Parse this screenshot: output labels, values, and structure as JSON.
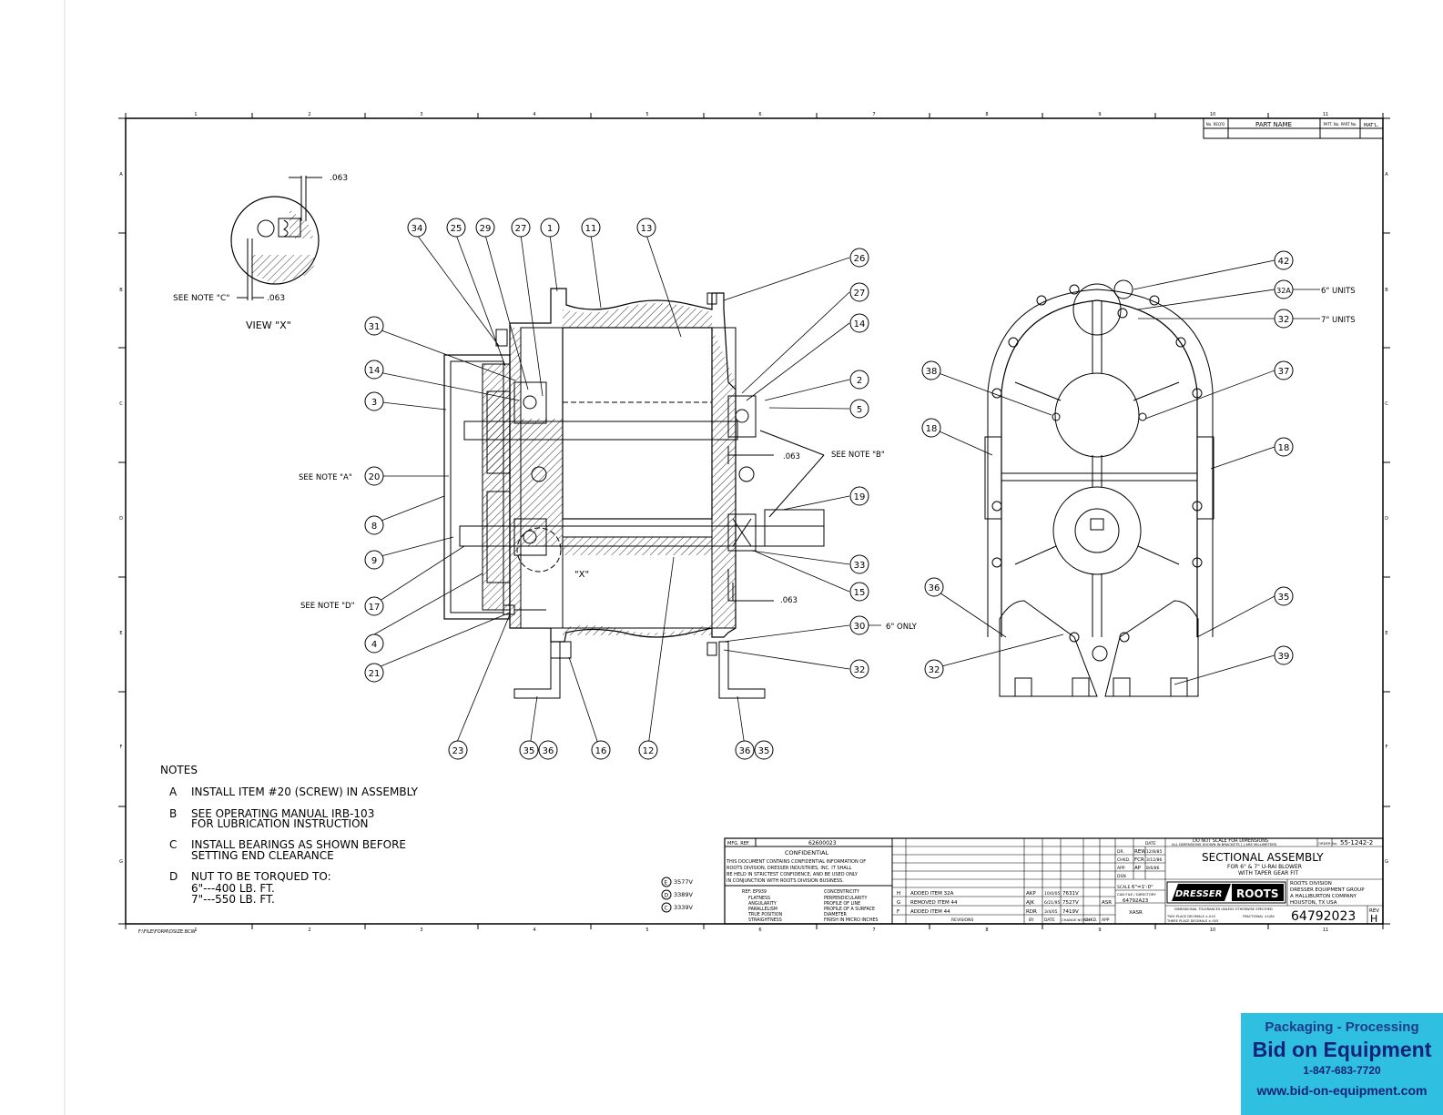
{
  "border": {
    "col_numbers": [
      "1",
      "2",
      "3",
      "4",
      "5",
      "6",
      "7",
      "8",
      "9",
      "10",
      "11"
    ],
    "row_letters": [
      "A",
      "B",
      "C",
      "D",
      "E",
      "F",
      "G"
    ]
  },
  "parts_list_header": {
    "no_reqd": "No. REQ'D",
    "part_name": "PART NAME",
    "patt_no": "PATT. No. PART No.",
    "matl": "MAT'L."
  },
  "view_x": {
    "title": "VIEW \"X\"",
    "dim_top": ".063",
    "dim_bottom": ".063",
    "note_ref": "SEE NOTE \"C\""
  },
  "section_labels": {
    "see_note_a": "SEE NOTE \"A\"",
    "see_note_d": "SEE NOTE \"D\"",
    "see_note_b": "SEE NOTE \"B\"",
    "x_mark": "\"X\"",
    "dim_1": ".063",
    "dim_2": ".063",
    "only_6": "6\" ONLY",
    "units_6": "6\" UNITS",
    "units_7": "7\" UNITS"
  },
  "balloons": {
    "b34": "34",
    "b25": "25",
    "b29": "29",
    "b27a": "27",
    "b1": "1",
    "b11": "11",
    "b13": "13",
    "b26": "26",
    "b27b": "27",
    "b14b": "14",
    "b2": "2",
    "b5": "5",
    "b31": "31",
    "b14a": "14",
    "b3": "3",
    "b20": "20",
    "b8": "8",
    "b9": "9",
    "b17": "17",
    "b4": "4",
    "b21": "21",
    "b19": "19",
    "b33": "33",
    "b15": "15",
    "b30": "30",
    "b32a": "32",
    "b23": "23",
    "b35a": "35",
    "b36a": "36",
    "b16": "16",
    "b12": "12",
    "b36b": "36",
    "b35b": "35",
    "b42": "42",
    "b32A": "32A",
    "b32b": "32",
    "b38": "38",
    "b37": "37",
    "b18a": "18",
    "b18b": "18",
    "b36c": "36",
    "b35c": "35",
    "b32c": "32",
    "b39": "39"
  },
  "notes": {
    "title": "NOTES",
    "items": [
      {
        "letter": "A",
        "lines": [
          "INSTALL ITEM #20 (SCREW) IN ASSEMBLY"
        ]
      },
      {
        "letter": "B",
        "lines": [
          "SEE OPERATING MANUAL IRB-103",
          "FOR LUBRICATION INSTRUCTION"
        ]
      },
      {
        "letter": "C",
        "lines": [
          "INSTALL BEARINGS AS SHOWN BEFORE",
          "SETTING END CLEARANCE"
        ]
      },
      {
        "letter": "D",
        "lines": [
          "NUT TO BE TORQUED TO:",
          "6\"---400 LB. FT.",
          "7\"---550 LB. FT."
        ]
      }
    ]
  },
  "rev_codes": [
    {
      "letter": "E",
      "code": "3577V"
    },
    {
      "letter": "D",
      "code": "3389V"
    },
    {
      "letter": "C",
      "code": "3339V"
    }
  ],
  "file_path": "F:\\FILE\\FORM\\DSIZE.BCW",
  "title_block": {
    "mfg_ref_label": "MFG. REF.",
    "mfg_ref": "62600023",
    "confidential_title": "CONFIDENTIAL",
    "confidential_text": [
      "THIS DOCUMENT CONTAINS CONFIDENTIAL INFORMATION OF",
      "ROOTS DIVISION, DRESSER INDUSTRIES, INC. IT SHALL",
      "BE HELD IN STRICTEST CONFIDENCE, AND BE USED ONLY",
      "IN CONJUNCTION WITH ROOTS DIVISION BUSINESS."
    ],
    "symbols_left": [
      "REF: EP939",
      "FLATNESS",
      "ANGULARITY",
      "PARALLELISM",
      "TRUE POSITION",
      "STRAIGHTNESS"
    ],
    "symbols_right": [
      "CONCENTRICITY",
      "PERPENDICULARITY",
      "PROFILE OF LINE",
      "PROFILE OF A SURFACE",
      "DIAMETER",
      "FINISH IN MICRO INCHES"
    ],
    "revisions": [
      {
        "rev": "H",
        "desc": "ADDED ITEM 32A",
        "by": "AKP",
        "date": "10/0/05",
        "notice": "7631V",
        "chkd": "",
        "app": ""
      },
      {
        "rev": "G",
        "desc": "REMOVED ITEM 44",
        "by": "AJK",
        "date": "6/21/95",
        "notice": "7527V",
        "chkd": "",
        "app": "ASR"
      },
      {
        "rev": "F",
        "desc": "ADDED ITEM 44",
        "by": "RDR",
        "date": "3/4/05",
        "notice": "7419V",
        "chkd": "",
        "app": ""
      }
    ],
    "rev_headers": [
      "REVISIONS",
      "BY",
      "DATE",
      "CHANGE NOTICE",
      "CHKD.",
      "APP"
    ],
    "sign_rows": [
      {
        "label": "DR.",
        "name": "REW",
        "date": "12/8/85"
      },
      {
        "label": "CHKD.",
        "name": "FCR",
        "date": "3/12/86"
      },
      {
        "label": "APP.",
        "name": "AP",
        "date": "8/6/86"
      },
      {
        "label": "DSN",
        "name": "",
        "date": ""
      }
    ],
    "date_label": "DATE",
    "scale_label": "SCALE",
    "scale": "6\"=1'-0\"",
    "cad_label": "CAD FILE / DIRECTORY",
    "cad_file": "64792A23",
    "cad_dir": "XASR",
    "do_not_scale": "DO NOT SCALE FOR DIMENSIONS",
    "dims_note": "ALL DIMENSIONS SHOWN IN BRACKETS [ ] ARE MILLIMETERS",
    "order_label": "ORDER No.",
    "order_no": "55-1242-2",
    "title": "SECTIONAL ASSEMBLY",
    "subtitle": [
      "FOR 6\" & 7\" U-RAI BLOWER",
      "WITH TAPER GEAR FIT"
    ],
    "logo_dresser": "DRESSER",
    "logo_roots": "ROOTS",
    "company": [
      "ROOTS DIVISION",
      "DRESSER EQUIPMENT GROUP",
      "A HALLIBURTON COMPANY",
      "HOUSTON, TX USA"
    ],
    "tolerance_note": "DIMENSIONAL TOLERANCES UNLESS OTHERWISE SPECIFIED",
    "tolerances": [
      "TWO PLACE DECIMALS ±.010",
      "THREE PLACE DECIMALS ±.005",
      "FRACTIONAL ±1/64"
    ],
    "drawing_no": "64792023",
    "rev_label": "REV",
    "rev": "H"
  },
  "ad": {
    "line1": "Packaging - Processing",
    "line2": "Bid on Equipment",
    "line3": "1-847-683-7720",
    "line4": "www.bid-on-equipment.com"
  }
}
